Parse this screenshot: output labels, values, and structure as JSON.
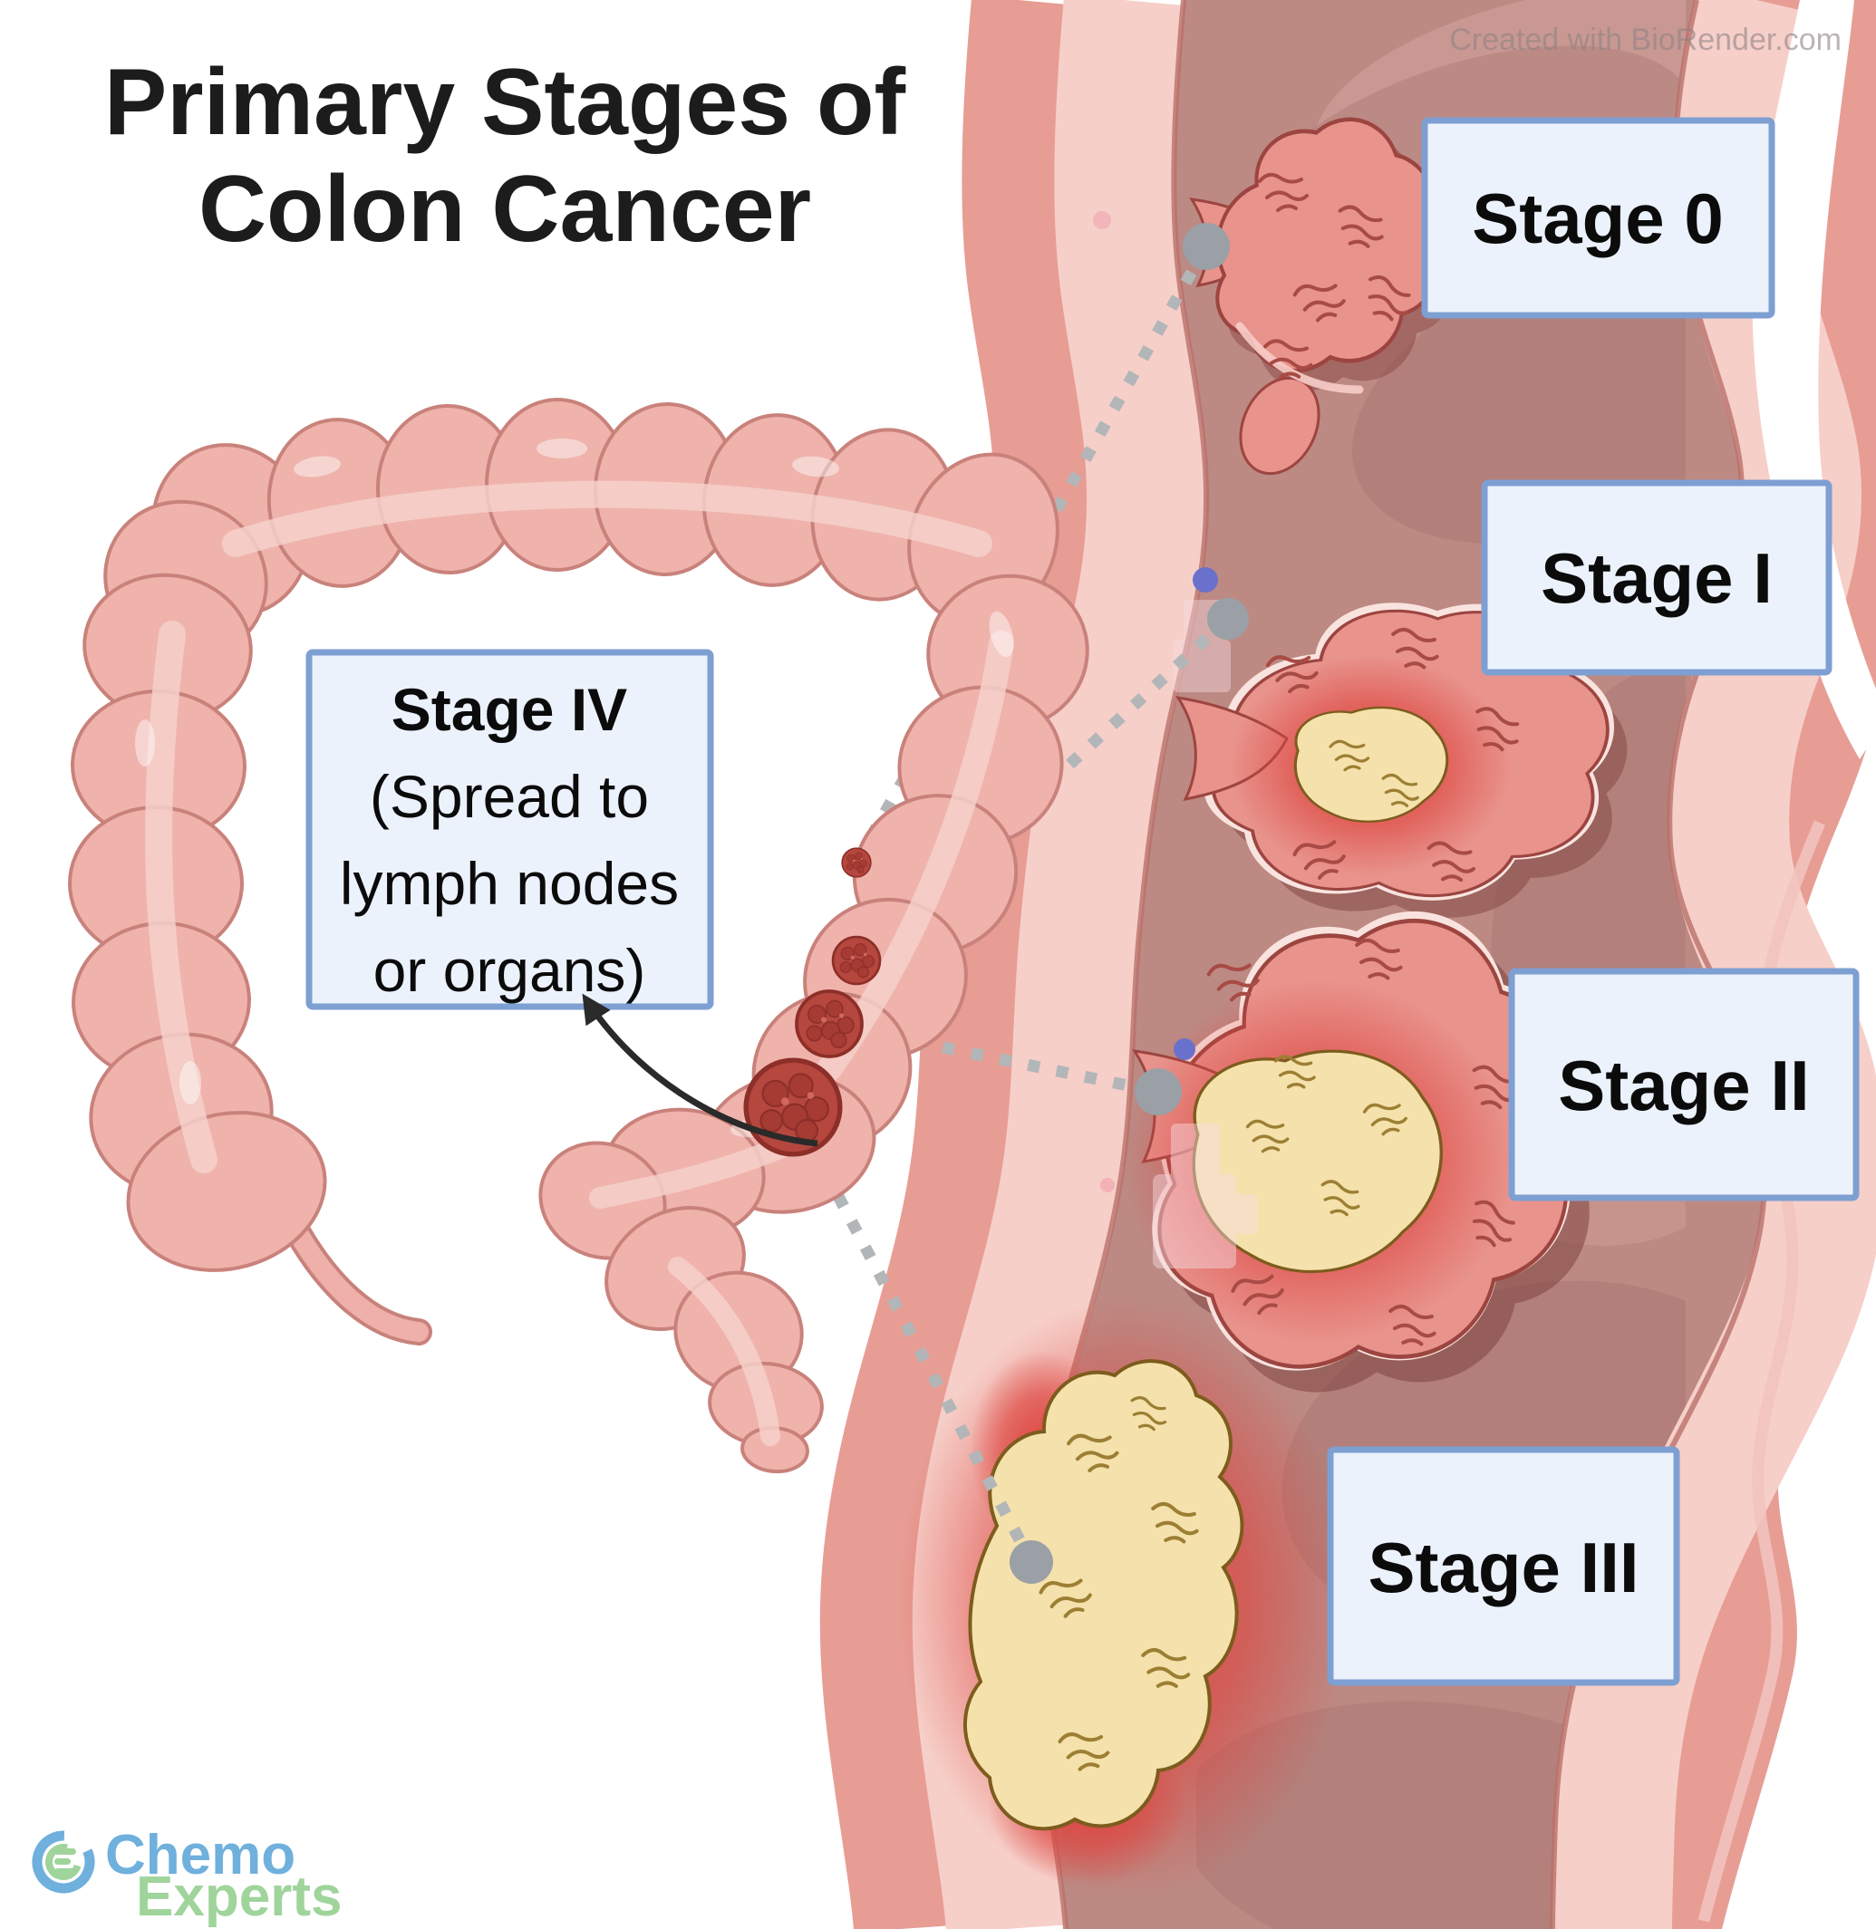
{
  "title": {
    "line1": "Primary Stages of",
    "line2": "Colon Cancer"
  },
  "credit": "Created with BioRender.com",
  "stages": {
    "s0": "Stage 0",
    "s1": "Stage I",
    "s2": "Stage II",
    "s3": "Stage III",
    "s4l1": "Stage IV",
    "s4l2": "(Spread to",
    "s4l3": "lymph nodes",
    "s4l4": "or organs)"
  },
  "logo": {
    "word1": "Chemo",
    "word2": "Experts"
  },
  "colors": {
    "label_box_bg": "#ecf2fc",
    "label_box_border": "#7e9fd2",
    "title_text": "#1c1c1c",
    "colon_pink": "#efb3ac",
    "colon_outline": "#c9827b",
    "colon_highlight": "#f6d0ca",
    "wall_outer": "#e79d94",
    "wall_lining": "#f6cfc8",
    "wall_edge_line": "#b9706a",
    "lumen": "#bd8983",
    "lumen_swirl": "#a97672",
    "polyp_pink": "#e8938c",
    "polyp_outline": "#9c4540",
    "tumor_core_yellow": "#f5e1ac",
    "tumor_core_outline": "#7d5c1d",
    "inflammation_red": "#dd4540",
    "metastasis_red": "#b5473f",
    "connector_gray": "#b2b6b8",
    "dot_gray": "#9aa0a6",
    "dot_purple": "#6a71cc",
    "arrow_black": "#2a2a2a",
    "logo_blue": "#6fb0dd",
    "logo_green": "#9fd49b"
  }
}
